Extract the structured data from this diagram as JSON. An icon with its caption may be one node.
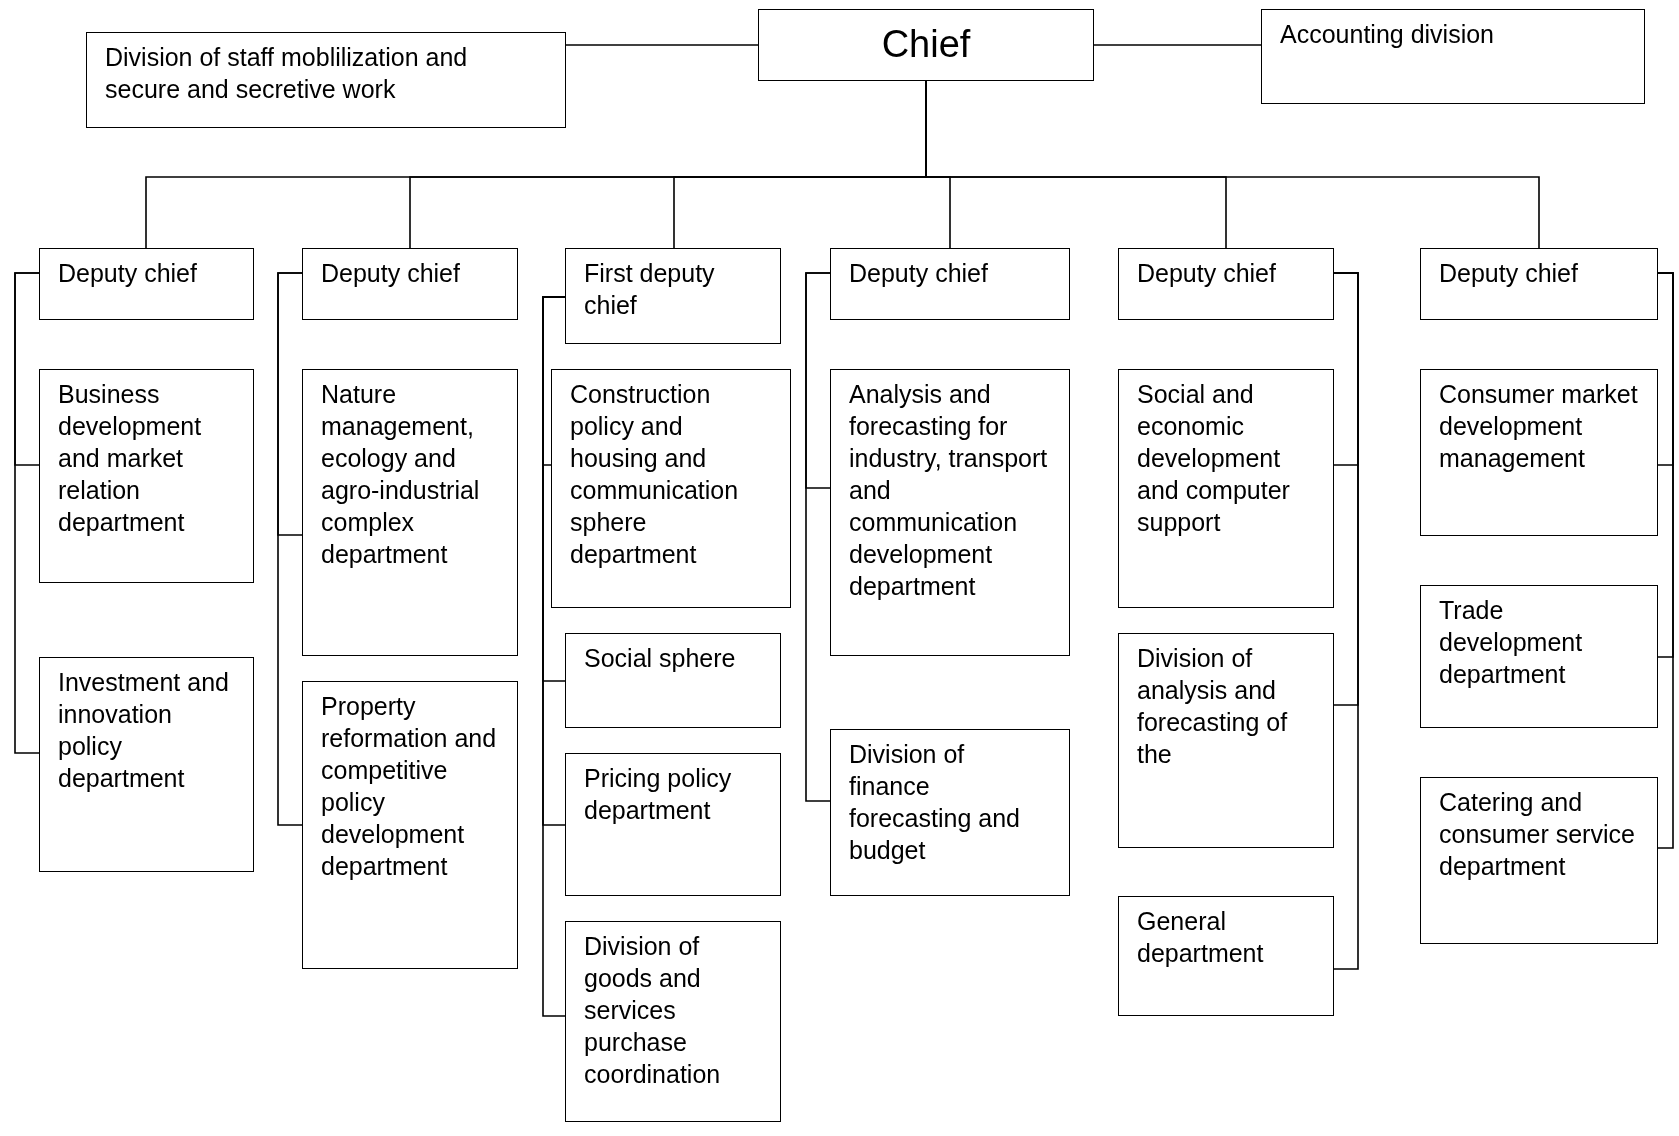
{
  "diagram": {
    "nodes": [
      {
        "text": [
          "Division of staff moblilization and secure and secretive work"
        ]
      },
      {
        "text": [
          "Chief"
        ]
      },
      {
        "text": [
          "Accounting division"
        ]
      },
      {
        "text": [
          "Deputy chief"
        ]
      },
      {
        "text": [
          "Business development and market relation department"
        ]
      },
      {
        "text": [
          "Investment and innovation policy department"
        ]
      },
      {
        "text": [
          "Deputy chief"
        ]
      },
      {
        "text": [
          "Nature management, ecology and agro-industrial complex department"
        ]
      },
      {
        "text": [
          "Property reformation and competitive policy development department"
        ]
      },
      {
        "text": [
          "First deputy chief"
        ]
      },
      {
        "text": [
          "Construction policy and housing and communication sphere department"
        ]
      },
      {
        "text": [
          "Social sphere"
        ]
      },
      {
        "text": [
          "Pricing policy department"
        ]
      },
      {
        "text": [
          "Division of goods and services purchase coordination"
        ]
      },
      {
        "text": [
          "Deputy chief"
        ]
      },
      {
        "text": [
          "Analysis and forecasting for industry, transport and communication development department"
        ]
      },
      {
        "text": [
          "Division of finance forecasting and budget"
        ]
      },
      {
        "text": [
          "Deputy chief"
        ]
      },
      {
        "text": [
          "Social and economic development and computer support"
        ]
      },
      {
        "text": [
          "Division of analysis and forecasting of the"
        ]
      },
      {
        "text": [
          "General department"
        ]
      },
      {
        "text": [
          "Deputy chief"
        ]
      },
      {
        "text": [
          "Consumer market development management"
        ]
      },
      {
        "text": [
          "Trade development department"
        ]
      },
      {
        "text": [
          "Catering and consumer service department"
        ]
      }
    ],
    "edges": [
      {
        "from": 1,
        "to": 0,
        "arrow": "none"
      },
      {
        "from": 1,
        "to": 2,
        "arrow": "none"
      },
      {
        "from": 1,
        "to": 3,
        "arrow": "none"
      },
      {
        "from": 1,
        "to": 6,
        "arrow": "none"
      },
      {
        "from": 1,
        "to": 9,
        "arrow": "none"
      },
      {
        "from": 1,
        "to": 14,
        "arrow": "none"
      },
      {
        "from": 1,
        "to": 17,
        "arrow": "none"
      },
      {
        "from": 1,
        "to": 21,
        "arrow": "none"
      },
      {
        "from": 3,
        "to": 4,
        "arrow": "none"
      },
      {
        "from": 3,
        "to": 5,
        "arrow": "none"
      },
      {
        "from": 6,
        "to": 7,
        "arrow": "none"
      },
      {
        "from": 6,
        "to": 8,
        "arrow": "none"
      },
      {
        "from": 9,
        "to": 10,
        "arrow": "none"
      },
      {
        "from": 9,
        "to": 11,
        "arrow": "none"
      },
      {
        "from": 9,
        "to": 12,
        "arrow": "none"
      },
      {
        "from": 9,
        "to": 13,
        "arrow": "none"
      },
      {
        "from": 14,
        "to": 15,
        "arrow": "none"
      },
      {
        "from": 14,
        "to": 16,
        "arrow": "none"
      },
      {
        "from": 17,
        "to": 18,
        "arrow": "none"
      },
      {
        "from": 17,
        "to": 19,
        "arrow": "none"
      },
      {
        "from": 17,
        "to": 20,
        "arrow": "none"
      },
      {
        "from": 21,
        "to": 22,
        "arrow": "none"
      },
      {
        "from": 21,
        "to": 23,
        "arrow": "none"
      },
      {
        "from": 21,
        "to": 24,
        "arrow": "none"
      }
    ]
  }
}
